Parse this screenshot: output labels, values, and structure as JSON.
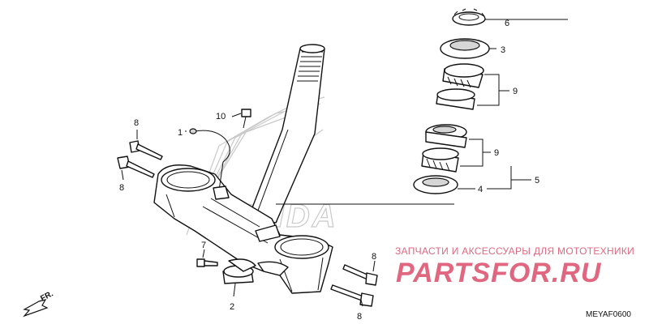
{
  "diagram": {
    "code": "MEYAF0600",
    "direction_label": "FR.",
    "callouts": {
      "c1": "1",
      "c2": "2",
      "c3": "3",
      "c4": "4",
      "c5": "5",
      "c6": "6",
      "c7": "7",
      "c8a": "8",
      "c8b": "8",
      "c8c": "8",
      "c8d": "8",
      "c9a": "9",
      "c9b": "9",
      "c10": "10"
    },
    "watermark_brand": "HONDA"
  },
  "shop_overlay": {
    "tagline": "ЗАПЧАСТИ И АКСЕССУАРЫ ДЛЯ МОТОТЕХНИКИ",
    "logo": "PARTSFOR.RU",
    "color": "#e0677f"
  }
}
